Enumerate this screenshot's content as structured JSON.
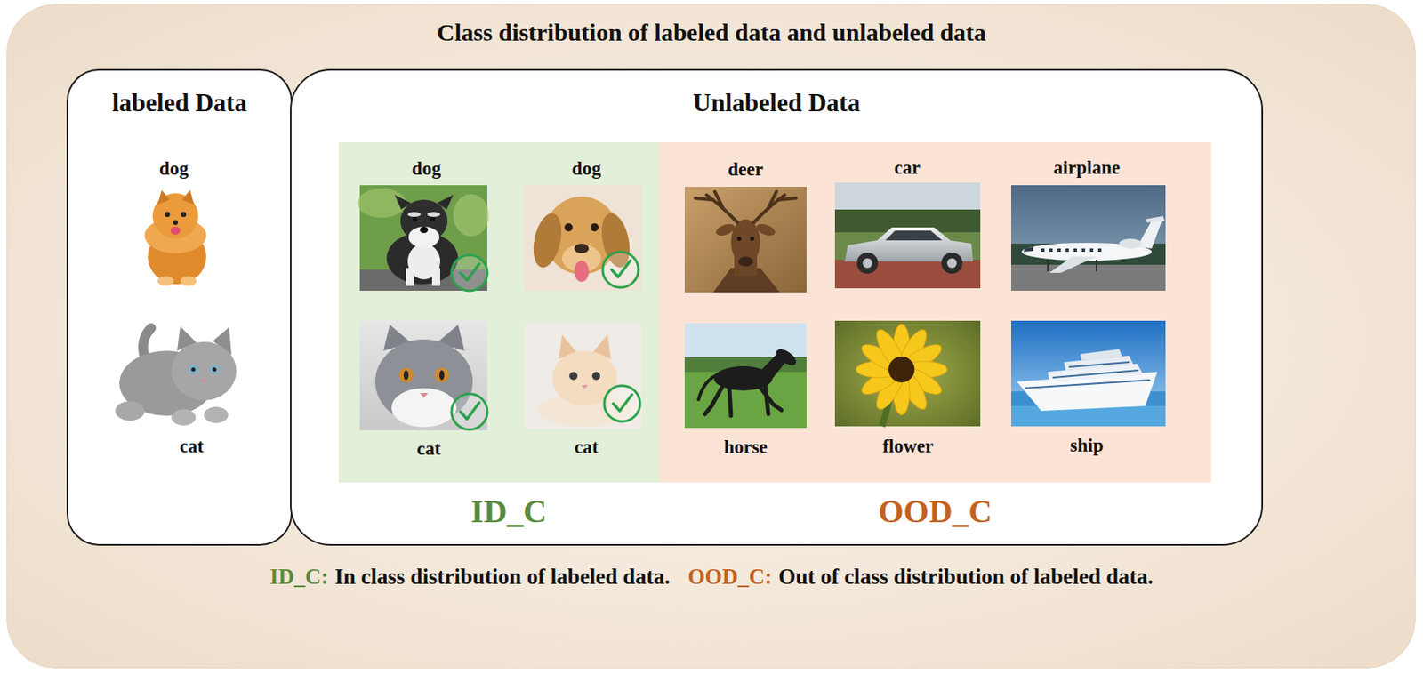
{
  "diagram": {
    "title": "Class distribution of labeled data and unlabeled data",
    "nodes": [
      {
        "text": [
          "labeled Data"
        ]
      },
      {
        "text": [
          "Unlabeled Data"
        ]
      },
      {
        "text": [
          "ID_C"
        ],
        "in": 1
      },
      {
        "text": [
          "OOD_C"
        ],
        "in": 1
      }
    ],
    "labels": [
      "dog",
      "cat",
      "dog",
      "dog",
      "cat",
      "cat",
      "deer",
      "car",
      "airplane",
      "horse",
      "flower",
      "ship",
      "ID_C:",
      "In class distribution of labeled data.",
      "OOD_C:",
      "Out of class distribution of labeled data."
    ]
  }
}
